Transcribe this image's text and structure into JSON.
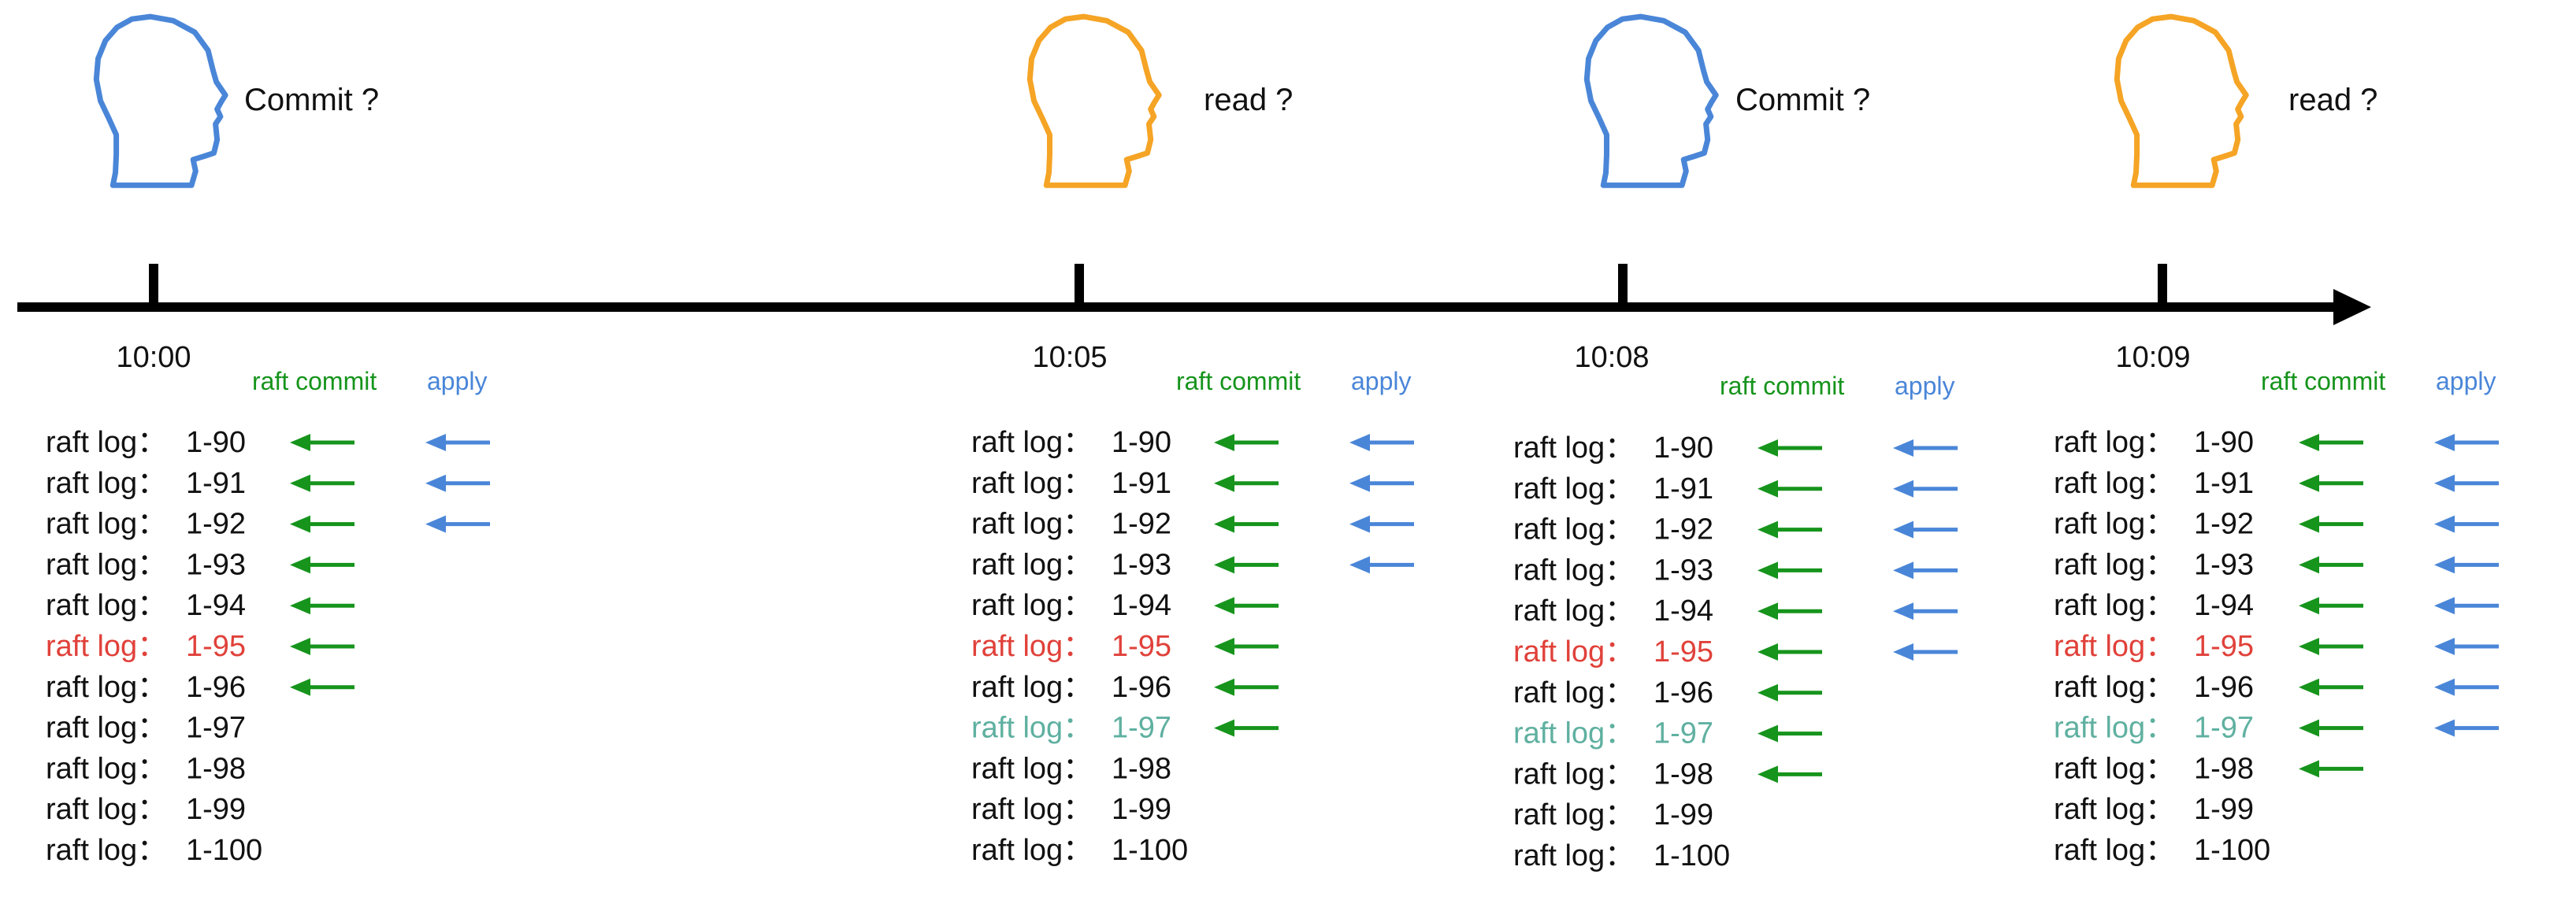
{
  "colors": {
    "blue": "#4a86d8",
    "orange": "#f5a425",
    "green": "#16941c",
    "red": "#e0413a",
    "teal": "#5fb0a0",
    "text": "#111111",
    "axis": "#000000"
  },
  "columns": [
    {
      "id": "c1000",
      "time": "10:00",
      "actor": {
        "icon": "head-icon",
        "color": "blue",
        "action": "Commit ?"
      },
      "headers": {
        "commit": "raft commit",
        "apply": "apply"
      },
      "commit_up_to": "1-96",
      "apply_up_to": "1-92",
      "entries": [
        {
          "prefix": "raft log：",
          "range": "1-90",
          "status": "normal",
          "commit": true,
          "apply": true
        },
        {
          "prefix": "raft log：",
          "range": "1-91",
          "status": "normal",
          "commit": true,
          "apply": true
        },
        {
          "prefix": "raft log：",
          "range": "1-92",
          "status": "normal",
          "commit": true,
          "apply": true
        },
        {
          "prefix": "raft log：",
          "range": "1-93",
          "status": "normal",
          "commit": true,
          "apply": false
        },
        {
          "prefix": "raft log：",
          "range": "1-94",
          "status": "normal",
          "commit": true,
          "apply": false
        },
        {
          "prefix": "raft log：",
          "range": "1-95",
          "status": "red",
          "commit": true,
          "apply": false
        },
        {
          "prefix": "raft log：",
          "range": "1-96",
          "status": "normal",
          "commit": true,
          "apply": false
        },
        {
          "prefix": "raft log：",
          "range": "1-97",
          "status": "normal",
          "commit": false,
          "apply": false
        },
        {
          "prefix": "raft log：",
          "range": "1-98",
          "status": "normal",
          "commit": false,
          "apply": false
        },
        {
          "prefix": "raft log：",
          "range": "1-99",
          "status": "normal",
          "commit": false,
          "apply": false
        },
        {
          "prefix": "raft log：",
          "range": "1-100",
          "status": "normal",
          "commit": false,
          "apply": false
        }
      ]
    },
    {
      "id": "c1005",
      "time": "10:05",
      "actor": {
        "icon": "head-icon",
        "color": "orange",
        "action": "read ?"
      },
      "headers": {
        "commit": "raft commit",
        "apply": "apply"
      },
      "entries": [
        {
          "prefix": "raft log：",
          "range": "1-90",
          "status": "normal",
          "commit": true,
          "apply": true
        },
        {
          "prefix": "raft log：",
          "range": "1-91",
          "status": "normal",
          "commit": true,
          "apply": true
        },
        {
          "prefix": "raft log：",
          "range": "1-92",
          "status": "normal",
          "commit": true,
          "apply": true
        },
        {
          "prefix": "raft log：",
          "range": "1-93",
          "status": "normal",
          "commit": true,
          "apply": true
        },
        {
          "prefix": "raft log：",
          "range": "1-94",
          "status": "normal",
          "commit": true,
          "apply": false
        },
        {
          "prefix": "raft log：",
          "range": "1-95",
          "status": "red",
          "commit": true,
          "apply": false
        },
        {
          "prefix": "raft log：",
          "range": "1-96",
          "status": "normal",
          "commit": true,
          "apply": false
        },
        {
          "prefix": "raft log：",
          "range": "1-97",
          "status": "teal",
          "commit": true,
          "apply": false
        },
        {
          "prefix": "raft log：",
          "range": "1-98",
          "status": "normal",
          "commit": false,
          "apply": false
        },
        {
          "prefix": "raft log：",
          "range": "1-99",
          "status": "normal",
          "commit": false,
          "apply": false
        },
        {
          "prefix": "raft log：",
          "range": "1-100",
          "status": "normal",
          "commit": false,
          "apply": false
        }
      ]
    },
    {
      "id": "c1008",
      "time": "10:08",
      "actor": {
        "icon": "head-icon",
        "color": "blue",
        "action": "Commit ?"
      },
      "headers": {
        "commit": "raft commit",
        "apply": "apply"
      },
      "entries": [
        {
          "prefix": "raft log：",
          "range": "1-90",
          "status": "normal",
          "commit": true,
          "apply": true
        },
        {
          "prefix": "raft log：",
          "range": "1-91",
          "status": "normal",
          "commit": true,
          "apply": true
        },
        {
          "prefix": "raft log：",
          "range": "1-92",
          "status": "normal",
          "commit": true,
          "apply": true
        },
        {
          "prefix": "raft log：",
          "range": "1-93",
          "status": "normal",
          "commit": true,
          "apply": true
        },
        {
          "prefix": "raft log：",
          "range": "1-94",
          "status": "normal",
          "commit": true,
          "apply": true
        },
        {
          "prefix": "raft log：",
          "range": "1-95",
          "status": "red",
          "commit": true,
          "apply": true
        },
        {
          "prefix": "raft log：",
          "range": "1-96",
          "status": "normal",
          "commit": true,
          "apply": false
        },
        {
          "prefix": "raft log：",
          "range": "1-97",
          "status": "teal",
          "commit": true,
          "apply": false
        },
        {
          "prefix": "raft log：",
          "range": "1-98",
          "status": "normal",
          "commit": true,
          "apply": false
        },
        {
          "prefix": "raft log：",
          "range": "1-99",
          "status": "normal",
          "commit": false,
          "apply": false
        },
        {
          "prefix": "raft log：",
          "range": "1-100",
          "status": "normal",
          "commit": false,
          "apply": false
        }
      ]
    },
    {
      "id": "c1009",
      "time": "10:09",
      "actor": {
        "icon": "head-icon",
        "color": "orange",
        "action": "read ?"
      },
      "headers": {
        "commit": "raft commit",
        "apply": "apply"
      },
      "entries": [
        {
          "prefix": "raft log：",
          "range": "1-90",
          "status": "normal",
          "commit": true,
          "apply": true
        },
        {
          "prefix": "raft log：",
          "range": "1-91",
          "status": "normal",
          "commit": true,
          "apply": true
        },
        {
          "prefix": "raft log：",
          "range": "1-92",
          "status": "normal",
          "commit": true,
          "apply": true
        },
        {
          "prefix": "raft log：",
          "range": "1-93",
          "status": "normal",
          "commit": true,
          "apply": true
        },
        {
          "prefix": "raft log：",
          "range": "1-94",
          "status": "normal",
          "commit": true,
          "apply": true
        },
        {
          "prefix": "raft log：",
          "range": "1-95",
          "status": "red",
          "commit": true,
          "apply": true
        },
        {
          "prefix": "raft log：",
          "range": "1-96",
          "status": "normal",
          "commit": true,
          "apply": true
        },
        {
          "prefix": "raft log：",
          "range": "1-97",
          "status": "teal",
          "commit": true,
          "apply": true
        },
        {
          "prefix": "raft log：",
          "range": "1-98",
          "status": "normal",
          "commit": true,
          "apply": false
        },
        {
          "prefix": "raft log：",
          "range": "1-99",
          "status": "normal",
          "commit": false,
          "apply": false
        },
        {
          "prefix": "raft log：",
          "range": "1-100",
          "status": "normal",
          "commit": false,
          "apply": false
        }
      ]
    }
  ]
}
